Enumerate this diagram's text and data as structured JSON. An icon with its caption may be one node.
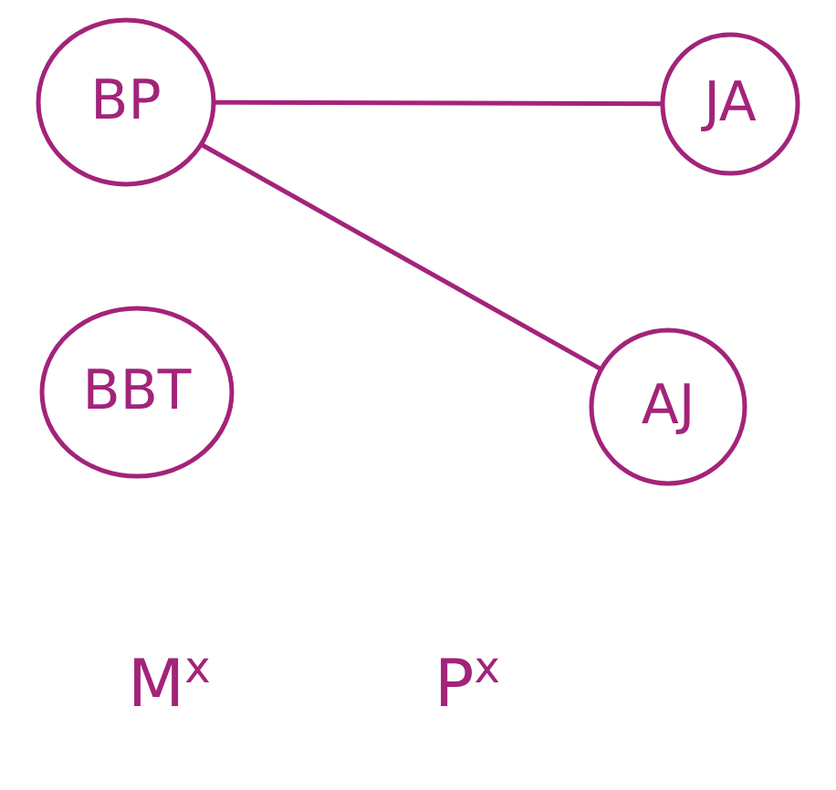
{
  "diagram": {
    "nodes": [
      {
        "text": [
          "BP"
        ]
      },
      {
        "text": [
          "JA"
        ]
      },
      {
        "text": [
          "BBT"
        ]
      },
      {
        "text": [
          "AJ"
        ]
      }
    ],
    "edges": [
      {
        "from": 0,
        "to": 1,
        "arrow": "none"
      },
      {
        "from": 0,
        "to": 3,
        "arrow": "none"
      }
    ],
    "labels": [
      "M$^{x}$",
      "P$^{x}$"
    ]
  }
}
